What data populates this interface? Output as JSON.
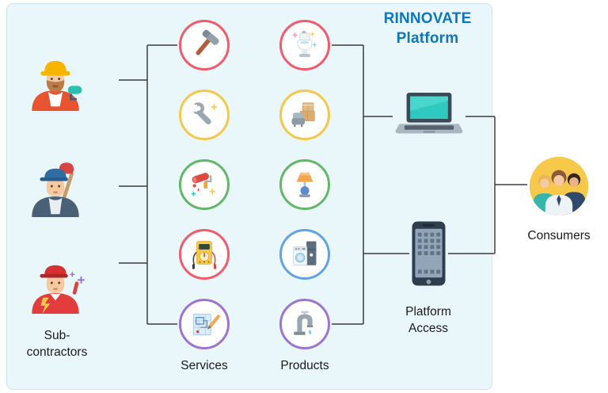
{
  "palette": {
    "box_bg": "#e9f7fb",
    "box_border": "#c9e8f2",
    "title_color": "#0e76bd",
    "line_color": "#3d3d3d",
    "consumers_bg": "#f7c94b"
  },
  "title": {
    "text": "RINNOVATE\nPlatform"
  },
  "subcontractors": {
    "label": "Sub-\ncontractors",
    "items": [
      {
        "icon": "painter-avatar"
      },
      {
        "icon": "plumber-avatar"
      },
      {
        "icon": "electrician-avatar"
      }
    ]
  },
  "services": {
    "label": "Services",
    "items": [
      {
        "icon": "hammer-icon",
        "ring": "#f15b6c"
      },
      {
        "icon": "wrench-icon",
        "ring": "#f3c84b"
      },
      {
        "icon": "paint-roller-icon",
        "ring": "#62b768"
      },
      {
        "icon": "multimeter-icon",
        "ring": "#f15b6c"
      },
      {
        "icon": "blueprint-icon",
        "ring": "#9c75d0"
      }
    ]
  },
  "products": {
    "label": "Products",
    "items": [
      {
        "icon": "toilet-icon",
        "ring": "#f15b6c"
      },
      {
        "icon": "furniture-icon",
        "ring": "#f3c84b"
      },
      {
        "icon": "lamp-icon",
        "ring": "#62b768"
      },
      {
        "icon": "appliances-icon",
        "ring": "#64a2e0"
      },
      {
        "icon": "faucet-icon",
        "ring": "#9c75d0"
      }
    ]
  },
  "platform_access": {
    "label": "Platform\nAccess",
    "devices": [
      {
        "icon": "laptop-icon"
      },
      {
        "icon": "smartphone-icon"
      }
    ]
  },
  "consumers": {
    "label": "Consumers",
    "icon": "consumers-group-icon"
  }
}
